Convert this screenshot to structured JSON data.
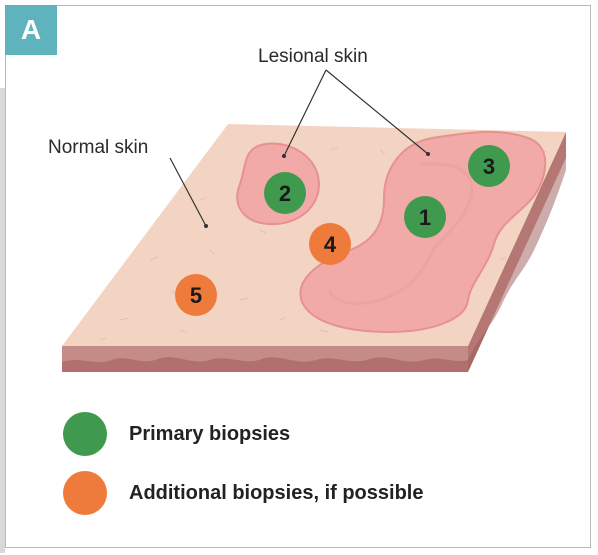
{
  "panel": {
    "letter": "A"
  },
  "labels": {
    "lesional": "Lesional skin",
    "normal": "Normal skin"
  },
  "biopsies": [
    {
      "number": "1",
      "type": "primary"
    },
    {
      "number": "2",
      "type": "primary"
    },
    {
      "number": "3",
      "type": "primary"
    },
    {
      "number": "4",
      "type": "additional"
    },
    {
      "number": "5",
      "type": "additional"
    }
  ],
  "legend": {
    "primary": {
      "label": "Primary biopsies",
      "color": "#3f9a4e"
    },
    "additional": {
      "label": "Additional biopsies, if possible",
      "color": "#ee7b3b"
    }
  },
  "colors": {
    "skin_top": "#f3d4c2",
    "skin_side": "#c58b87",
    "lesion": "#f1aaa7",
    "panel_badge": "#5fb3bd"
  }
}
